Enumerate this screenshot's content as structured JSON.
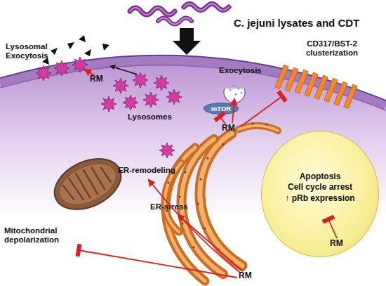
{
  "diagram": {
    "title": "C. jejuni lysates and CDT",
    "nodes": [
      {
        "text": [
          "mTOR"
        ]
      },
      {
        "text": [
          "Apoptosis",
          "Cell cycle arrest",
          "↑ pRb expression"
        ]
      }
    ],
    "labels": [
      "Lysosomal Exocytosis",
      "RM",
      "Lysosomes",
      "Exocytosis",
      "RM",
      "CD317/BST-2 clusterization",
      "ER-remodeling",
      "ER-stress",
      "Mitochondrial depolarization",
      "RM",
      "RM"
    ]
  }
}
